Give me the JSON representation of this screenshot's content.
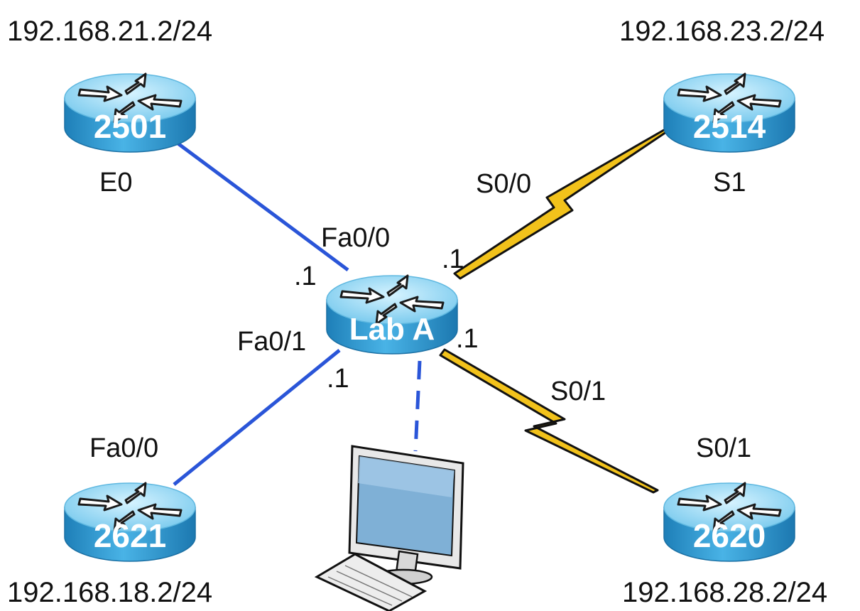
{
  "routers": {
    "r2501": {
      "label": "2501",
      "ip": "192.168.21.2/24",
      "port": "E0"
    },
    "r2514": {
      "label": "2514",
      "ip": "192.168.23.2/24",
      "port": "S1"
    },
    "r2621": {
      "label": "2621",
      "ip": "192.168.18.2/24",
      "port": "Fa0/0"
    },
    "r2620": {
      "label": "2620",
      "ip": "192.168.28.2/24",
      "port": "S0/1"
    },
    "labA": {
      "label": "Lab A"
    }
  },
  "labA_ports": {
    "fa00": "Fa0/0",
    "fa00_host": ".1",
    "fa01": "Fa0/1",
    "fa01_host": ".1",
    "s00": "S0/0",
    "s00_host": ".1",
    "s01": "S0/1",
    "s01_host": ".1"
  },
  "colors": {
    "ethernet_link": "#2a55d8",
    "serial_link": "#f2c21b",
    "router_body": "#2f9ad3",
    "router_top": "#9fdcf6",
    "pc_link": "#2a55d8"
  },
  "icons": {
    "router": "router-icon",
    "pc": "desktop-computer-icon"
  }
}
